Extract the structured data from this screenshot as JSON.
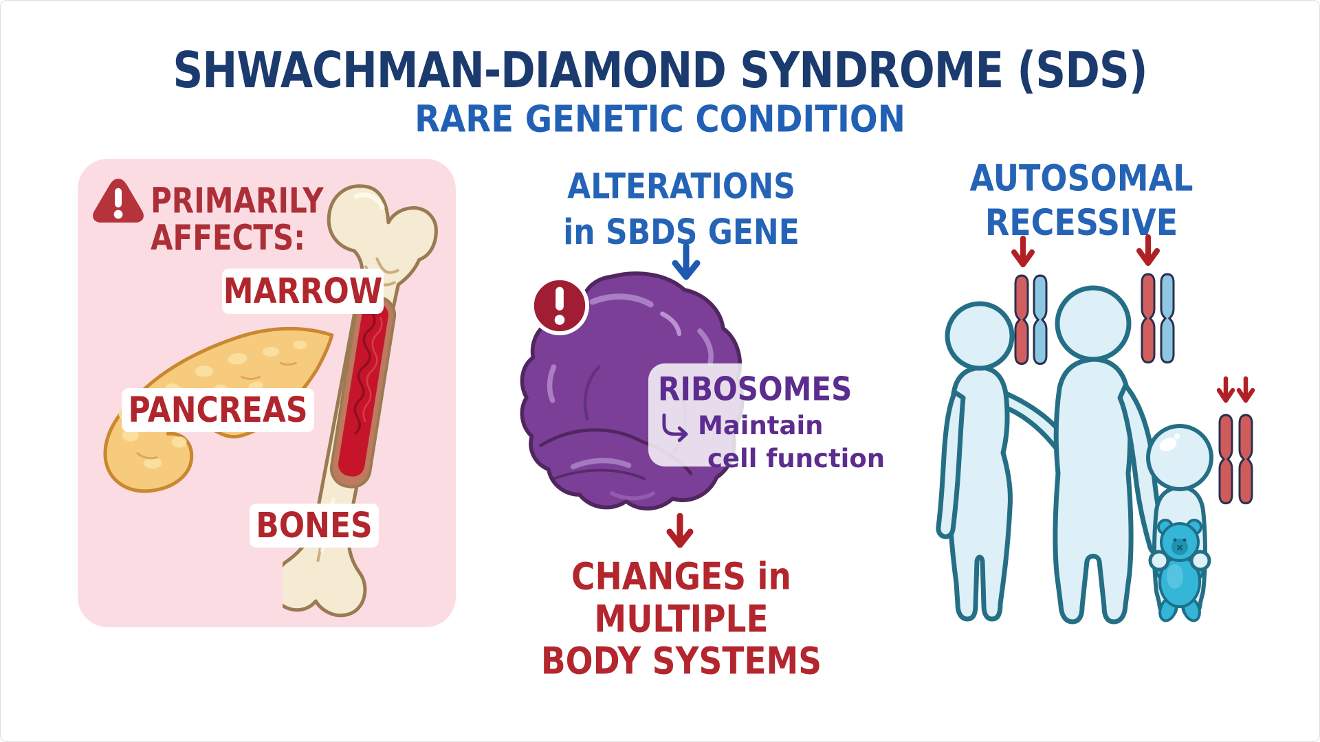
{
  "header": {
    "title": "SHWACHMAN-DIAMOND SYNDROME (SDS)",
    "subtitle": "RARE GENETIC CONDITION"
  },
  "affects": {
    "heading": "PRIMARILY AFFECTS:",
    "marrow_label": "MARROW",
    "pancreas_label": "PANCREAS",
    "bones_label": "BONES"
  },
  "pathway": {
    "cause_line1": "ALTERATIONS",
    "cause_line2": "in SBDS GENE",
    "ribosome_title": "RIBOSOMES",
    "note_line1": "Maintain",
    "note_line2": "cell function",
    "outcome_line1": "CHANGES in MULTIPLE",
    "outcome_line2": "BODY SYSTEMS"
  },
  "inheritance": {
    "heading": "AUTOSOMAL RECESSIVE"
  },
  "icons": {
    "affects_warning": "warning-triangle",
    "ribosome_alert": "alert-circle",
    "cause_arrow": "arrow-down",
    "outcome_arrow": "arrow-down",
    "note_arrow": "corner-right-arrow",
    "parent_carrier_arrows": "arrow-down",
    "child_affected_arrows": "double-arrow-down"
  },
  "colors": {
    "title_navy": "#1b3a6e",
    "heading_blue": "#2463b6",
    "dark_red": "#b1262d",
    "panel_pink": "#fcdce3",
    "purple_text": "#5c2c8e",
    "ribosome_purple": "#7b3f98",
    "figure_fill": "#ddeff7",
    "figure_outline": "#256f86",
    "chromosome_red": "#d25f5f",
    "chromosome_blue": "#8ec7e2",
    "arrow_red": "#b02025",
    "marrow_red": "#c6152b",
    "bone_cream": "#f5ead2",
    "pancreas_yellow": "#f7cb7d"
  }
}
